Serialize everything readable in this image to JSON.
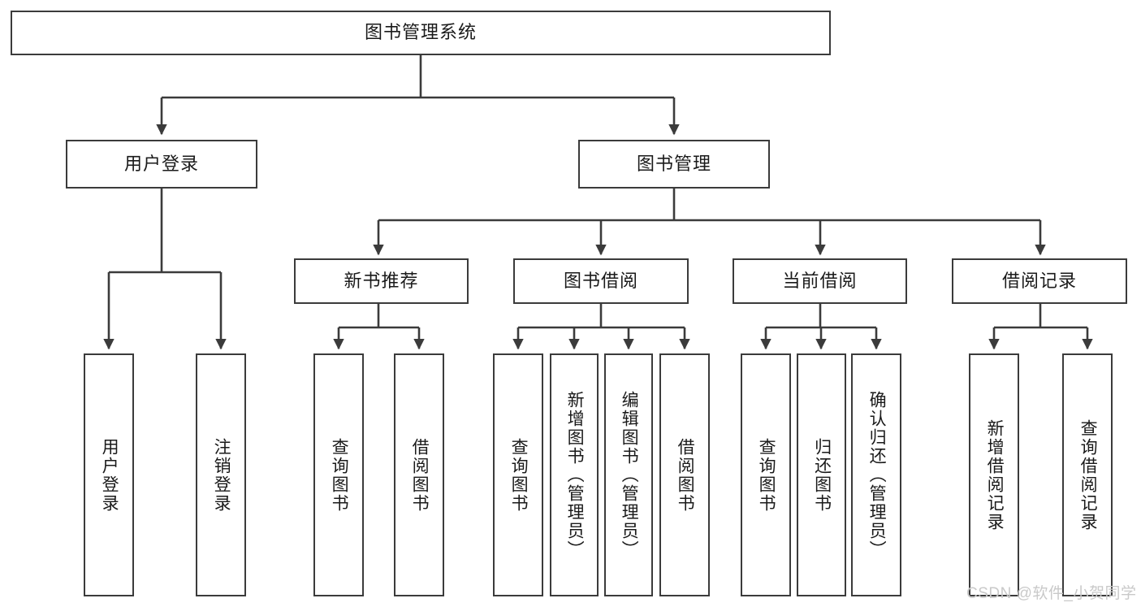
{
  "diagram": {
    "title": "图书管理系统",
    "type": "hierarchy-tree",
    "colors": {
      "box_border": "#3b3b3b",
      "connector": "#3b3b3b",
      "background": "#ffffff",
      "text": "#1a1a1a",
      "watermark": "#c9c9c9"
    },
    "root": {
      "label": "图书管理系统"
    },
    "level2": [
      {
        "label": "用户登录"
      },
      {
        "label": "图书管理"
      }
    ],
    "level3": [
      {
        "label": "新书推荐"
      },
      {
        "label": "图书借阅"
      },
      {
        "label": "当前借阅"
      },
      {
        "label": "借阅记录"
      }
    ],
    "leaves": {
      "user_login": [
        {
          "label": "用户登录"
        },
        {
          "label": "注销登录"
        }
      ],
      "new_book_recommend": [
        {
          "label": "查询图书"
        },
        {
          "label": "借阅图书"
        }
      ],
      "book_borrow": [
        {
          "label": "查询图书"
        },
        {
          "label": "新增图书（管理员）"
        },
        {
          "label": "编辑图书（管理员）"
        },
        {
          "label": "借阅图书"
        }
      ],
      "current_borrow": [
        {
          "label": "查询图书"
        },
        {
          "label": "归还图书"
        },
        {
          "label": "确认归还（管理员）"
        }
      ],
      "borrow_record": [
        {
          "label": "新增借阅记录"
        },
        {
          "label": "查询借阅记录"
        }
      ]
    },
    "watermark": "CSDN @软件_小贺同学"
  }
}
